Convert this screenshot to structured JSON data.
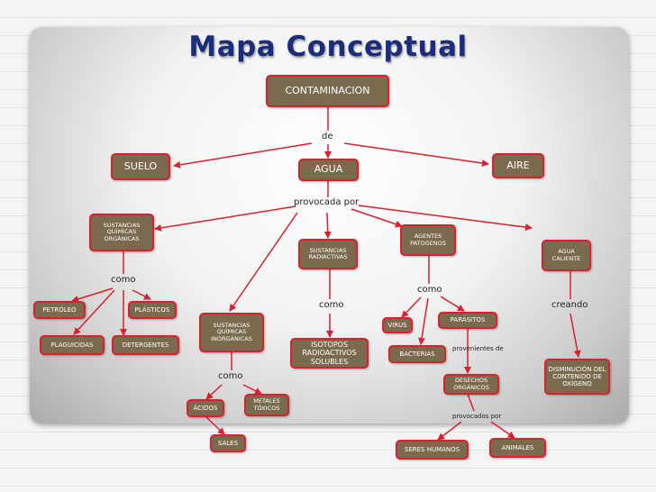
{
  "title": "Mapa Conceptual",
  "colors": {
    "node_fill": "#7a6b4e",
    "node_border": "#d8202e",
    "link": "#d8202e",
    "title": "#1b2d7a"
  },
  "nodes": {
    "contaminacion": "CONTAMINACION",
    "suelo": "SUELO",
    "agua": "AGUA",
    "aire": "AIRE",
    "sust_quimicas_organicas": "SUSTANCIAS QUÍMICAS ORGÁNICAS",
    "sust_radiactivas": "SUSTANCIAS RADIACTIVAS",
    "agentes_patogenos": "AGENTES PATOGENOS",
    "agua_caliente": "AGUA CALIENTE",
    "petroleo": "PETRÓLEO",
    "plasticos": "PLÁSTICOS",
    "plaguicidas": "PLAGUICIDAS",
    "detergentes": "DETERGENTES",
    "sust_quimicas_inorganicas": "SUSTANCIAS QUÍMICAS INORGÁNICAS",
    "isotopos": "ISOTOPOS RADIOACTIVOS SOLUBLES",
    "virus": "VIRUS",
    "parasitos": "PARÁSITOS",
    "bacterias": "BACTERIAS",
    "desechos": "DESECHOS ORGÁNICOS",
    "disminucion": "DISMINUCIÓN DEL CONTENIDO DE OXÍGENO",
    "acidos": "ÁCIDOS",
    "metales": "METALES TÓXICOS",
    "sales": "SALES",
    "seres_humanos": "SERES HUMANOS",
    "animales": "ANIMALES"
  },
  "links": {
    "de": "de",
    "provocada_por": "provocada por",
    "como_organicas": "como",
    "como_radiactivas": "como",
    "como_patogenos": "como",
    "creando": "creando",
    "como_inorganicas": "como",
    "provenientes_de": "provenientes de",
    "provocados_por": "provocados por"
  }
}
